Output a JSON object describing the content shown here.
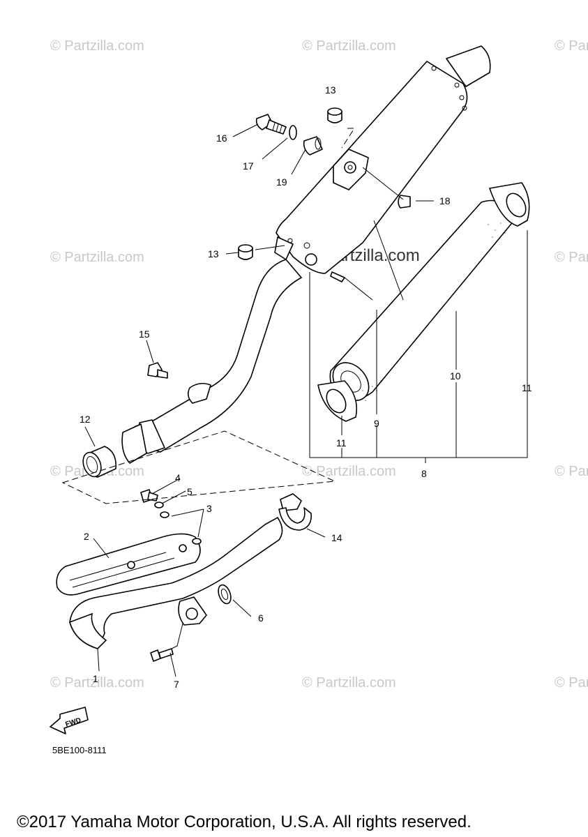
{
  "watermark": "© Partzilla.com",
  "watermark_main": "© Partzilla.com",
  "diagram_code": "5BE100-8111",
  "fwd_label": "FWD",
  "copyright": "©2017 Yamaha Motor Corporation, U.S.A. All rights reserved.",
  "callouts": {
    "c1": "1",
    "c2": "2",
    "c3": "3",
    "c4": "4",
    "c5": "5",
    "c6": "6",
    "c7": "7",
    "c8": "8",
    "c9": "9",
    "c10": "10",
    "c11a": "11",
    "c11b": "11",
    "c12": "12",
    "c13a": "13",
    "c13b": "13",
    "c14": "14",
    "c15": "15",
    "c16": "16",
    "c17": "17",
    "c18": "18",
    "c19": "19"
  }
}
